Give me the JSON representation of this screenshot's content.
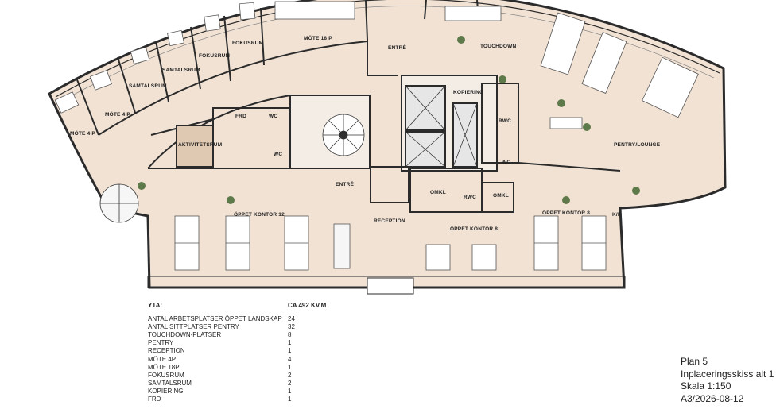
{
  "rooms": {
    "mote4p_a": "MÖTE 4 P",
    "mote4p_b": "MÖTE 4 P",
    "samtalsrum_a": "SAMTALSRUM",
    "samtalsrum_b": "SAMTALSRUM",
    "fokusrum_a": "FOKUSRUM",
    "fokusrum_b": "FOKUSRUM",
    "mote18p": "MÖTE 18 P",
    "entre_top": "ENTRÉ",
    "touchdown": "TOUCHDOWN",
    "kopiering": "KOPIERING",
    "rwc": "RWC",
    "wc_a": "WC",
    "wc_b": "WC",
    "wc_c": "WC",
    "frd": "FRD",
    "aktivitetsrum": "AKTIVITETSRUM",
    "pentry_lounge": "PENTRY/LOUNGE",
    "oppet_kontor_12": "ÖPPET KONTOR 12",
    "entre_mid": "ENTRÉ",
    "omkl_a": "OMKL",
    "rwc_b": "RWC",
    "omkl_b": "OMKL",
    "oppet_kontor_8_right": "ÖPPET KONTOR 8",
    "reception": "RECEPTION",
    "oppet_kontor_8_center": "ÖPPET KONTOR 8",
    "kf": "K/F"
  },
  "stats": {
    "header_label": "YTA:",
    "header_value": "CA 492 KV.M",
    "rows": [
      {
        "label": "ANTAL ARBETSPLATSER ÖPPET LANDSKAP",
        "value": "24"
      },
      {
        "label": "ANTAL SITTPLATSER PENTRY",
        "value": "32"
      },
      {
        "label": "TOUCHDOWN-PLATSER",
        "value": "8"
      },
      {
        "label": "PENTRY",
        "value": "1"
      },
      {
        "label": "RECEPTION",
        "value": "1"
      },
      {
        "label": "MÖTE 4P",
        "value": "4"
      },
      {
        "label": "MÖTE 18P",
        "value": "1"
      },
      {
        "label": "FOKUSRUM",
        "value": "2"
      },
      {
        "label": "SAMTALSRUM",
        "value": "2"
      },
      {
        "label": "KOPIERING",
        "value": "1"
      },
      {
        "label": "FRD",
        "value": "1"
      }
    ]
  },
  "title_block": {
    "plan": "Plan 5",
    "subtitle": "Inplaceringsskiss alt 1",
    "scale": "Skala 1:150",
    "sheet": "A3/2026-08-12"
  },
  "colors": {
    "floor": "#f1e2d4",
    "wall": "#2b2b2b",
    "plant": "#5f7a4a",
    "desk": "#ffffff"
  }
}
